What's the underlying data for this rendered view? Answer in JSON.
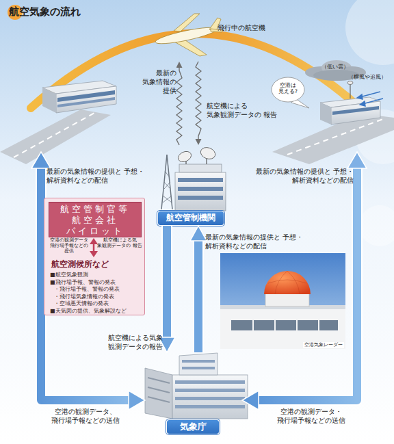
{
  "diagram": {
    "title": "航空気象の流れ",
    "nodes": [
      {
        "text": [
          "飛行中の航空機"
        ]
      },
      {
        "text": [
          "空港は 見える?"
        ]
      },
      {
        "text": [
          "航空管制機関"
        ]
      },
      {
        "text": [
          "航空測候所など",
          "■航空気象観測",
          "■飛行場予報、警報の発表",
          "・飛行場予報、警報の発表",
          "・飛行場気象情報の発表",
          "・空域悪天情報の発表",
          "■天気図の提供、気象解説など"
        ]
      },
      {
        "text": [
          "航空管制官等 航空会社 パイロット"
        ],
        "in": 3
      },
      {
        "text": [
          "空港気象レーダー"
        ]
      },
      {
        "text": [
          "気象庁"
        ]
      }
    ],
    "edges": [
      {
        "from": 2,
        "to": 0,
        "label": "最新の 気象情報の 提供",
        "arrow": "to"
      },
      {
        "from": 0,
        "to": 2,
        "label": "航空機による 気象観測データの 報告",
        "arrow": "to"
      },
      {
        "from": 2,
        "to": 6,
        "label": "航空機による気象 観測データの報告",
        "arrow": "to"
      },
      {
        "from": 6,
        "to": 2,
        "label": "最新の気象情報の提供と 予想・解析資料などの配信",
        "arrow": "to"
      }
    ],
    "labels": [
      "最新の気象情報の提供と 予想・解析資料などの配信",
      "最新の気象情報の提供と 予想・解析資料などの配信",
      "空港の観測データ、 飛行場予報などの送信",
      "空港の観測データ・ 飛行場予報などの送信",
      "（低い雲）",
      "（横風や追風）",
      "空港の観測データ 飛行場予報などの 提供",
      "航空機による気 象観測データの 報告"
    ]
  }
}
